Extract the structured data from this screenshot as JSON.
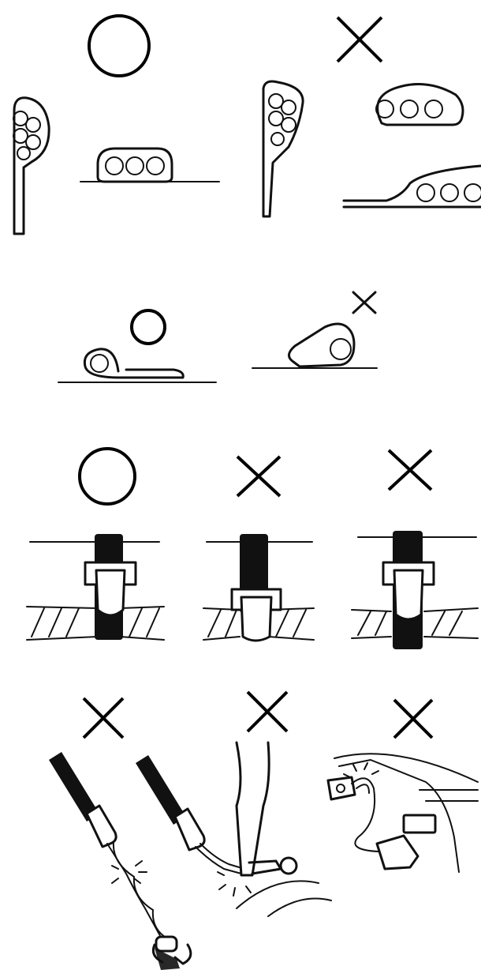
{
  "symbols": {
    "correct": "circle-mark",
    "incorrect": "cross-mark"
  },
  "sections": [
    {
      "id": "wire-bundle-clamping",
      "marks": [
        "circle-mark",
        "cross-mark"
      ]
    },
    {
      "id": "single-wire-clamp",
      "marks": [
        "circle-mark",
        "cross-mark"
      ]
    },
    {
      "id": "band-clip-position",
      "marks": [
        "circle-mark",
        "cross-mark",
        "cross-mark"
      ]
    },
    {
      "id": "wire-handling-prohibited",
      "marks": [
        "cross-mark",
        "cross-mark",
        "cross-mark"
      ]
    }
  ],
  "colors": {
    "ink": "#111111",
    "background": "#ffffff"
  }
}
